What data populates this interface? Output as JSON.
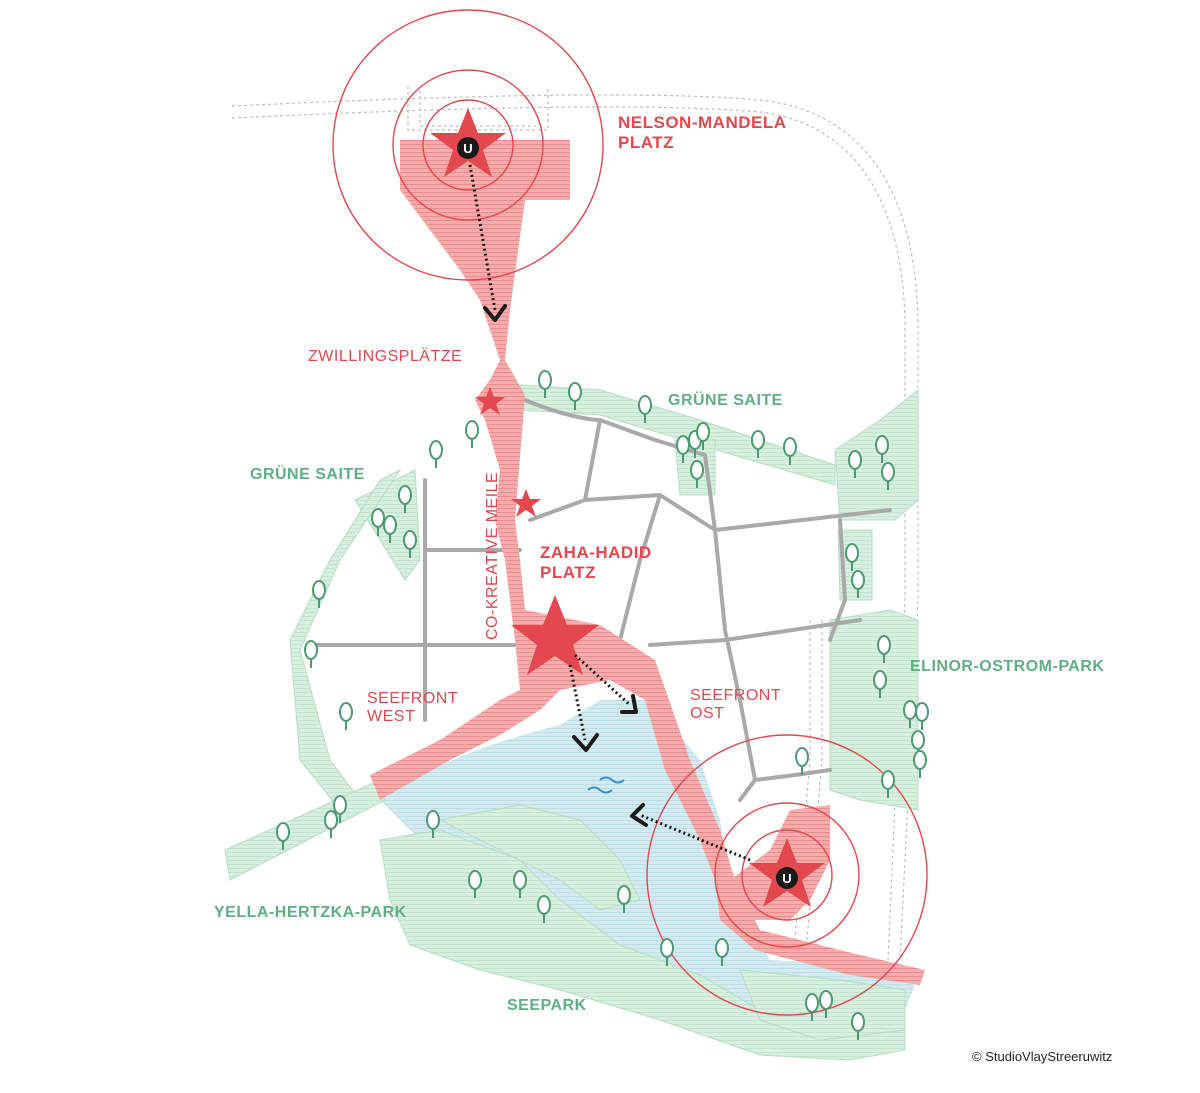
{
  "colors": {
    "red": "#e2484e",
    "red_fill": "#f1a2a2",
    "green": "#5fae86",
    "green_fill": "#d5eedd",
    "water": "#cfe8ee",
    "street": "#a6a6a6"
  },
  "labels": {
    "nelson_mandela_platz": [
      "NELSON-MANDELA",
      "PLATZ"
    ],
    "zaha_hadid_platz": [
      "ZAHA-HADID",
      "PLATZ"
    ],
    "zwillingsplaetze": "ZWILLINGSPLÄTZE",
    "co_kreative_meile": "CO-KREATIVE MEILE",
    "seefront_west": [
      "SEEFRONT",
      "WEST"
    ],
    "seefront_ost": [
      "SEEFRONT",
      "OST"
    ],
    "gruene_saite_east": "GRÜNE SAITE",
    "gruene_saite_west": "GRÜNE SAITE",
    "elinor_ostrom_park": "ELINOR-OSTROM-PARK",
    "yella_hertzka_park": "YELLA-HERTZKA-PARK",
    "seepark": "SEEPARK"
  },
  "ubahn_symbol": "U",
  "credit": "© StudioVlayStreeruwitz",
  "icons": [
    "ubahn-station-icon",
    "star-icon",
    "tree-icon",
    "arrow-icon",
    "water-wave-icon"
  ]
}
